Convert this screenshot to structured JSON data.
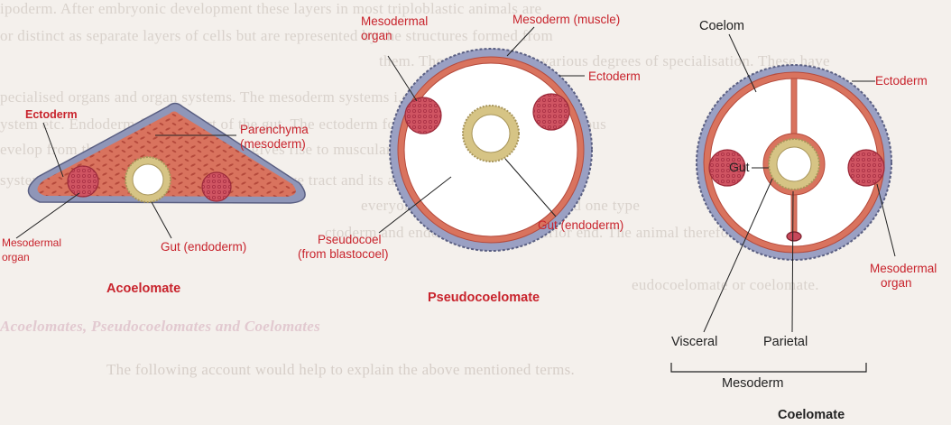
{
  "background_text": [
    "ipoderm. After embryonic development these layers in most triploblastic animals are",
    "or distinct as separate layers of cells but are represented by the structures formed from",
    "them. They also undergo various degrees of specialisation. These have",
    "pecialised organs and organ systems. The mesoderm systems i.e. blood vascular",
    "ystem etc. Endoderm forms a part of the gut. The ectoderm forms such tissues as skin, nervous",
    "evelop from the mesoderm. Mesoderm gives rise to muscular, skeletal, reproductive,",
    "system. Endoderm forms the lining of digestive tract and its associated",
    "everyone in the digestive tract and one type",
    "ctoderm and endoderm at the posterior end. The animal therefore may be",
    "eudocoelomate or coelomate.",
    "Acoelomates, Pseudocoelomates and Coelomates",
    "The following account would help to explain the above mentioned terms."
  ],
  "acoelomate": {
    "ectoderm": "Ectoderm",
    "parenchyma": [
      "Parenchyma",
      "(mesoderm)"
    ],
    "mesodermal_organ": [
      "Mesodermal",
      "organ"
    ],
    "gut": "Gut (endoderm)",
    "caption": "Acoelomate"
  },
  "pseudocoelomate": {
    "mesodermal_organ": [
      "Mesodermal",
      "organ"
    ],
    "mesoderm_muscle": "Mesoderm (muscle)",
    "ectoderm": "Ectoderm",
    "pseudocoel": [
      "Pseudocoel",
      "(from blastocoel)"
    ],
    "gut": "Gut (endoderm)",
    "caption": "Pseudocoelomate"
  },
  "coelomate": {
    "coelom": "Coelom",
    "ectoderm": "Ectoderm",
    "gut": "Gut",
    "mesodermal_organ": [
      "Mesodermal",
      "organ"
    ],
    "visceral": "Visceral",
    "parietal": "Parietal",
    "mesoderm": "Mesoderm",
    "caption": "Coelomate"
  },
  "colors": {
    "tissue": "#d9735e",
    "organ": "#c7485a",
    "ectoderm_ring": "#a3a7c6",
    "gut_ring": "#d8c98a",
    "label_red": "#c8232c"
  }
}
